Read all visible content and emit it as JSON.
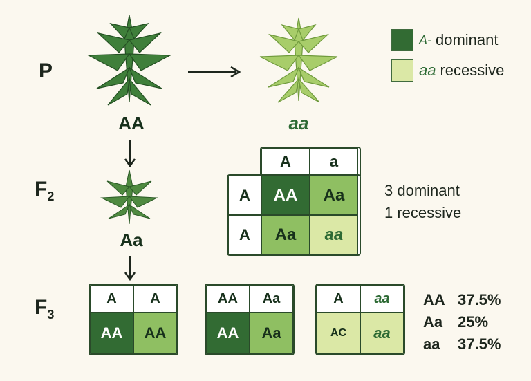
{
  "generations": {
    "p": "P",
    "f2_base": "F",
    "f2_sub": "2",
    "f3_base": "F",
    "f3_sub": "3"
  },
  "parents": {
    "left_genotype": "AA",
    "right_genotype": "aa"
  },
  "f2_plant_genotype": "Aa",
  "legend": [
    {
      "prefix": "A-",
      "label": "dominant",
      "color": "#326b33"
    },
    {
      "prefix": "aa",
      "label": "recessive",
      "color": "#dbe8a6"
    }
  ],
  "punnett_f2": {
    "col_headers": [
      "A",
      "a"
    ],
    "row_headers": [
      "A",
      "A"
    ],
    "cells": [
      [
        "AA",
        "Aa"
      ],
      [
        "Aa",
        "aa"
      ]
    ]
  },
  "f2_summary": [
    "3 dominant",
    "1 recessive"
  ],
  "f3_grids": [
    {
      "headers": [
        "A",
        "A"
      ],
      "cells": [
        "AA",
        "AA"
      ]
    },
    {
      "headers": [
        "AA",
        "Aa"
      ],
      "cells": [
        "AA",
        "Aa"
      ]
    },
    {
      "headers": [
        "A",
        "aa"
      ],
      "cells": [
        "AC",
        "aa"
      ]
    }
  ],
  "f3_percentages": [
    {
      "genotype": "AA",
      "value": "37.5%"
    },
    {
      "genotype": "Aa",
      "value": "25%"
    },
    {
      "genotype": "aa",
      "value": "37.5%"
    }
  ],
  "colors": {
    "dominant": "#326b33",
    "heterozygous": "#8fbf62",
    "recessive": "#dbe8a6"
  }
}
